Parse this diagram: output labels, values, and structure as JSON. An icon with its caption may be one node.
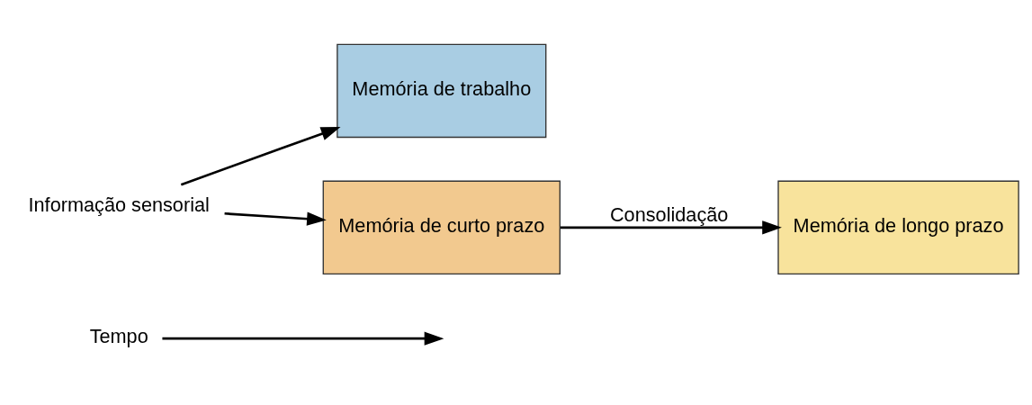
{
  "diagram": {
    "nodes": [
      {
        "text": [
          "Informação sensorial"
        ]
      },
      {
        "text": [
          "Memória de trabalho"
        ]
      },
      {
        "text": [
          "Memória de curto prazo"
        ]
      },
      {
        "text": [
          "Memória de longo prazo"
        ]
      }
    ],
    "edges": [
      {
        "from": 0,
        "to": 1,
        "arrow": "to"
      },
      {
        "from": 0,
        "to": 2,
        "arrow": "to"
      },
      {
        "from": 2,
        "to": 3,
        "arrow": "to",
        "label": "Consolidação"
      }
    ],
    "labels": [
      "Tempo"
    ]
  }
}
